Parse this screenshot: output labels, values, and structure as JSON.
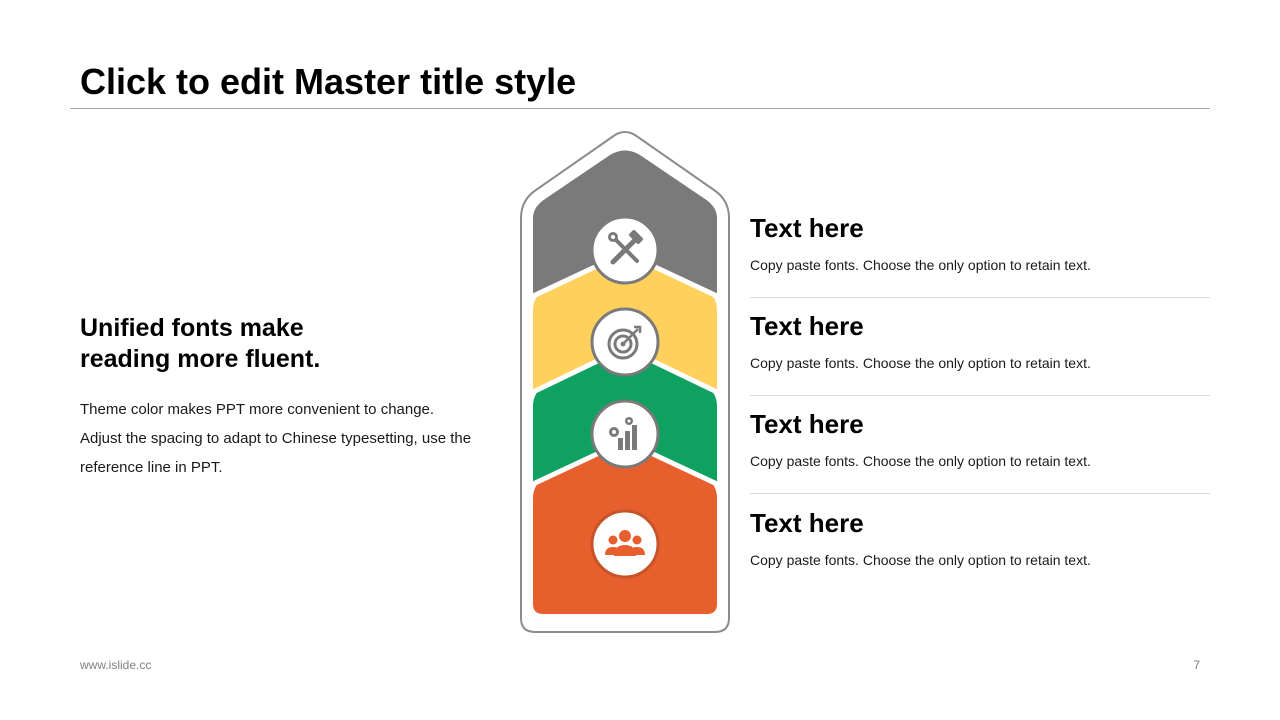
{
  "slide": {
    "title": "Click to edit Master title style",
    "page_number": "7",
    "footer": "www.islide.cc"
  },
  "left": {
    "heading_line1": "Unified fonts make",
    "heading_line2": "reading more fluent.",
    "body_lines": [
      "Theme color makes PPT more convenient to change.",
      "Adjust the spacing to adapt to Chinese typesetting, use the",
      "reference line in PPT."
    ]
  },
  "colors": {
    "gray": "#7a7a7a",
    "yellow": "#ffd05b",
    "green": "#0fa160",
    "orange": "#e85f2e",
    "outline": "#8c8c8c"
  },
  "steps": [
    {
      "icon": "tools-icon",
      "title": "Text here",
      "desc": "Copy paste fonts. Choose the only option to retain text."
    },
    {
      "icon": "target-icon",
      "title": "Text here",
      "desc": "Copy paste fonts. Choose the only option to retain text."
    },
    {
      "icon": "growth-chart-icon",
      "title": "Text here",
      "desc": "Copy paste fonts. Choose the only option to retain text."
    },
    {
      "icon": "team-icon",
      "title": "Text here",
      "desc": "Copy paste fonts. Choose the only option to retain text."
    }
  ]
}
